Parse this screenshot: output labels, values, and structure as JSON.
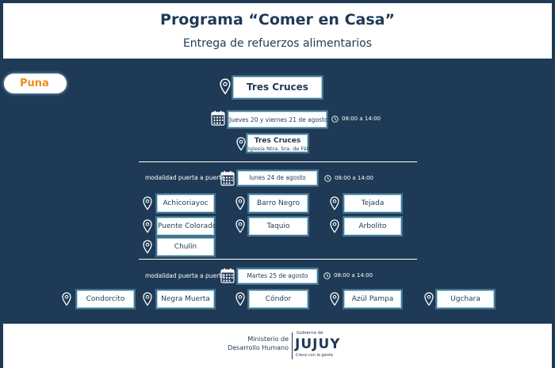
{
  "header": {
    "title": "Programa “Comer en Casa”",
    "subtitle": "Entrega de refuerzos alimentarios"
  },
  "region_label": "Puna",
  "section1": {
    "place_title": "Tres Cruces",
    "date": "Jueves 20 y viernes 21 de agosto",
    "time": "08:00 a 14:00",
    "venue_name": "Tres Cruces",
    "venue_detail": "Iglesia Ntra. Sra. de Fátima"
  },
  "section2": {
    "modality": "modalidad puerta a puerta",
    "date": "lunes 24 de agosto",
    "time": "08:00 a 14:00",
    "places": [
      "Achicoriayoc",
      "Barro Negro",
      "Tejada",
      "Puente Colorado",
      "Taquio",
      "Arbolito",
      "Chulín"
    ]
  },
  "section3": {
    "modality": "modalidad puerta a puerta",
    "date": "Martes 25 de agosto",
    "time": "08:00 a 14:00",
    "places": [
      "Condorcito",
      "Negra Muerta",
      "Cóndor",
      "Azúl Pampa",
      "Ugchara"
    ]
  },
  "footer": {
    "ministry_line1": "Ministerio de",
    "ministry_line2": "Desarrollo Humano",
    "gov_small": "Gobierno de",
    "gov_name": "JUJUY",
    "gov_slogan": "Crece con la gente"
  },
  "colors": {
    "background": "#1e3a56",
    "accent_orange": "#f08c1e",
    "box_border": "#9fd9ea"
  },
  "icons": [
    "map-pin-icon",
    "calendar-icon",
    "clock-icon"
  ]
}
